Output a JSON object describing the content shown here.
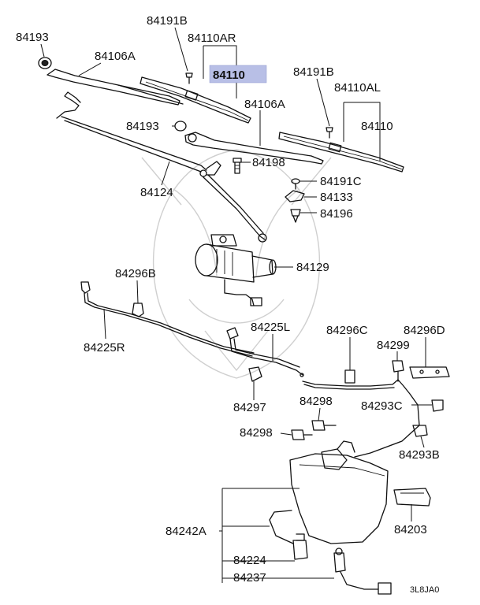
{
  "diagram": {
    "highlight_color": "#b8bfe6",
    "drawing_code": "3L8JA0",
    "labels": {
      "p84193a": "84193",
      "p84191b_a": "84191B",
      "p84110ar": "84110AR",
      "p84106a_a": "84106A",
      "p84110_hl": "84110",
      "p84106a_b": "84106A",
      "p84191b_b": "84191B",
      "p84110al": "84110AL",
      "p84110_b": "84110",
      "p84193b": "84193",
      "p84198": "84198",
      "p84124": "84124",
      "p84191c": "84191C",
      "p84133": "84133",
      "p84196": "84196",
      "p84129": "84129",
      "p84296b": "84296B",
      "p84225r": "84225R",
      "p84225l": "84225L",
      "p84296c": "84296C",
      "p84296d": "84296D",
      "p84299": "84299",
      "p84297": "84297",
      "p84298a": "84298",
      "p84293c": "84293C",
      "p84298b": "84298",
      "p84293b": "84293B",
      "p84203": "84203",
      "p84242a": "84242A",
      "p84224": "84224",
      "p84237": "84237"
    }
  }
}
